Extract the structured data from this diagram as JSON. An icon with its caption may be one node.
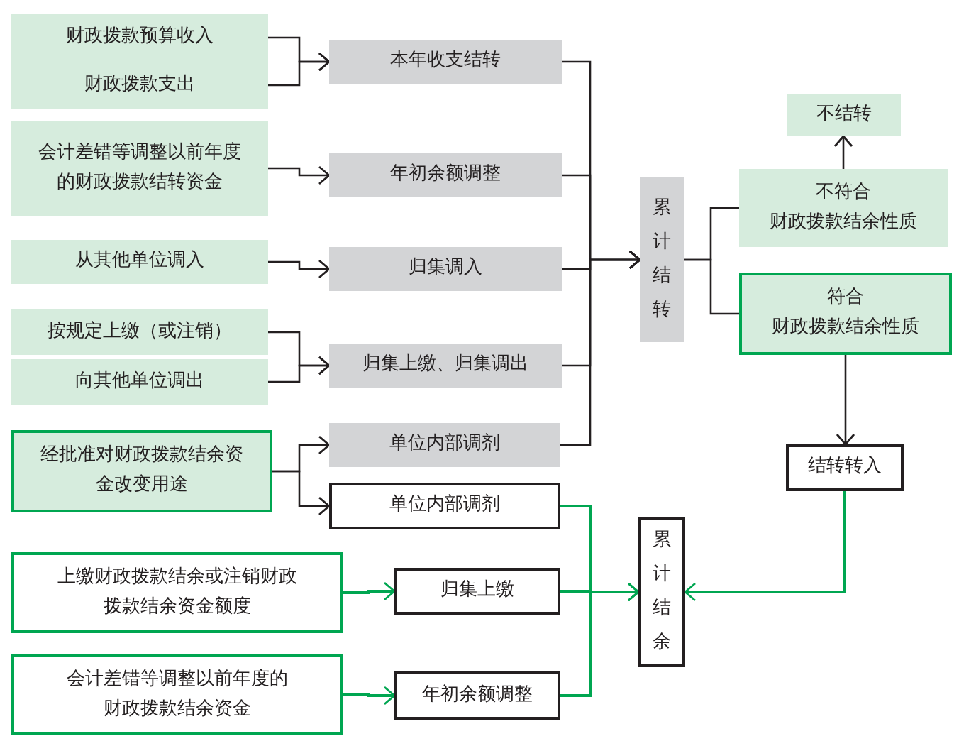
{
  "diagram": {
    "nodes": [
      {
        "text": [
          "财政拨款预算收入"
        ]
      },
      {
        "text": [
          "财政拨款支出"
        ]
      },
      {
        "text": [
          "会计差错等调整以前年度的财政拨款结转资金"
        ]
      },
      {
        "text": [
          "从其他单位调入"
        ]
      },
      {
        "text": [
          "按规定上缴（或注销）"
        ]
      },
      {
        "text": [
          "向其他单位调出"
        ]
      },
      {
        "text": [
          "经批准对财政拨款结余资金改变用途"
        ]
      },
      {
        "text": [
          "本年收支结转"
        ]
      },
      {
        "text": [
          "年初余额调整"
        ]
      },
      {
        "text": [
          "归集调入"
        ]
      },
      {
        "text": [
          "归集上缴、归集调出"
        ]
      },
      {
        "text": [
          "单位内部调剂"
        ]
      },
      {
        "text": [
          "单位内部调剂"
        ]
      },
      {
        "text": [
          "上缴财政拨款结余或注销财政拨款结余资金额度"
        ]
      },
      {
        "text": [
          "会计差错等调整以前年度的财政拨款结余资金"
        ]
      },
      {
        "text": [
          "归集上缴"
        ]
      },
      {
        "text": [
          "年初余额调整"
        ]
      },
      {
        "text": [
          "累计结转"
        ]
      },
      {
        "text": [
          "不结转"
        ]
      },
      {
        "text": [
          "不符合",
          "财政拨款结余性质"
        ]
      },
      {
        "text": [
          "符合",
          "财政拨款结余性质"
        ]
      },
      {
        "text": [
          "结转转入"
        ]
      },
      {
        "text": [
          "累计结余"
        ]
      }
    ],
    "edges": [
      {
        "from": 0,
        "to": 7,
        "arrow": "to"
      },
      {
        "from": 1,
        "to": 7,
        "arrow": "to"
      },
      {
        "from": 2,
        "to": 8,
        "arrow": "to"
      },
      {
        "from": 3,
        "to": 9,
        "arrow": "to"
      },
      {
        "from": 4,
        "to": 10,
        "arrow": "to"
      },
      {
        "from": 5,
        "to": 10,
        "arrow": "to"
      },
      {
        "from": 6,
        "to": 11,
        "arrow": "to"
      },
      {
        "from": 6,
        "to": 12,
        "arrow": "to"
      },
      {
        "from": 7,
        "to": 17,
        "arrow": "to"
      },
      {
        "from": 8,
        "to": 17,
        "arrow": "to"
      },
      {
        "from": 9,
        "to": 17,
        "arrow": "to"
      },
      {
        "from": 10,
        "to": 17,
        "arrow": "to"
      },
      {
        "from": 11,
        "to": 17,
        "arrow": "to"
      },
      {
        "from": 17,
        "to": 19,
        "arrow": "none"
      },
      {
        "from": 17,
        "to": 20,
        "arrow": "none"
      },
      {
        "from": 19,
        "to": 18,
        "arrow": "to"
      },
      {
        "from": 20,
        "to": 21,
        "arrow": "to"
      },
      {
        "from": 13,
        "to": 15,
        "arrow": "to",
        "color": "#00a651"
      },
      {
        "from": 14,
        "to": 16,
        "arrow": "to",
        "color": "#00a651"
      },
      {
        "from": 12,
        "to": 22,
        "arrow": "to",
        "color": "#00a651"
      },
      {
        "from": 15,
        "to": 22,
        "arrow": "to",
        "color": "#00a651"
      },
      {
        "from": 16,
        "to": 22,
        "arrow": "to",
        "color": "#00a651"
      },
      {
        "from": 21,
        "to": 22,
        "arrow": "to",
        "color": "#00a651"
      }
    ]
  }
}
